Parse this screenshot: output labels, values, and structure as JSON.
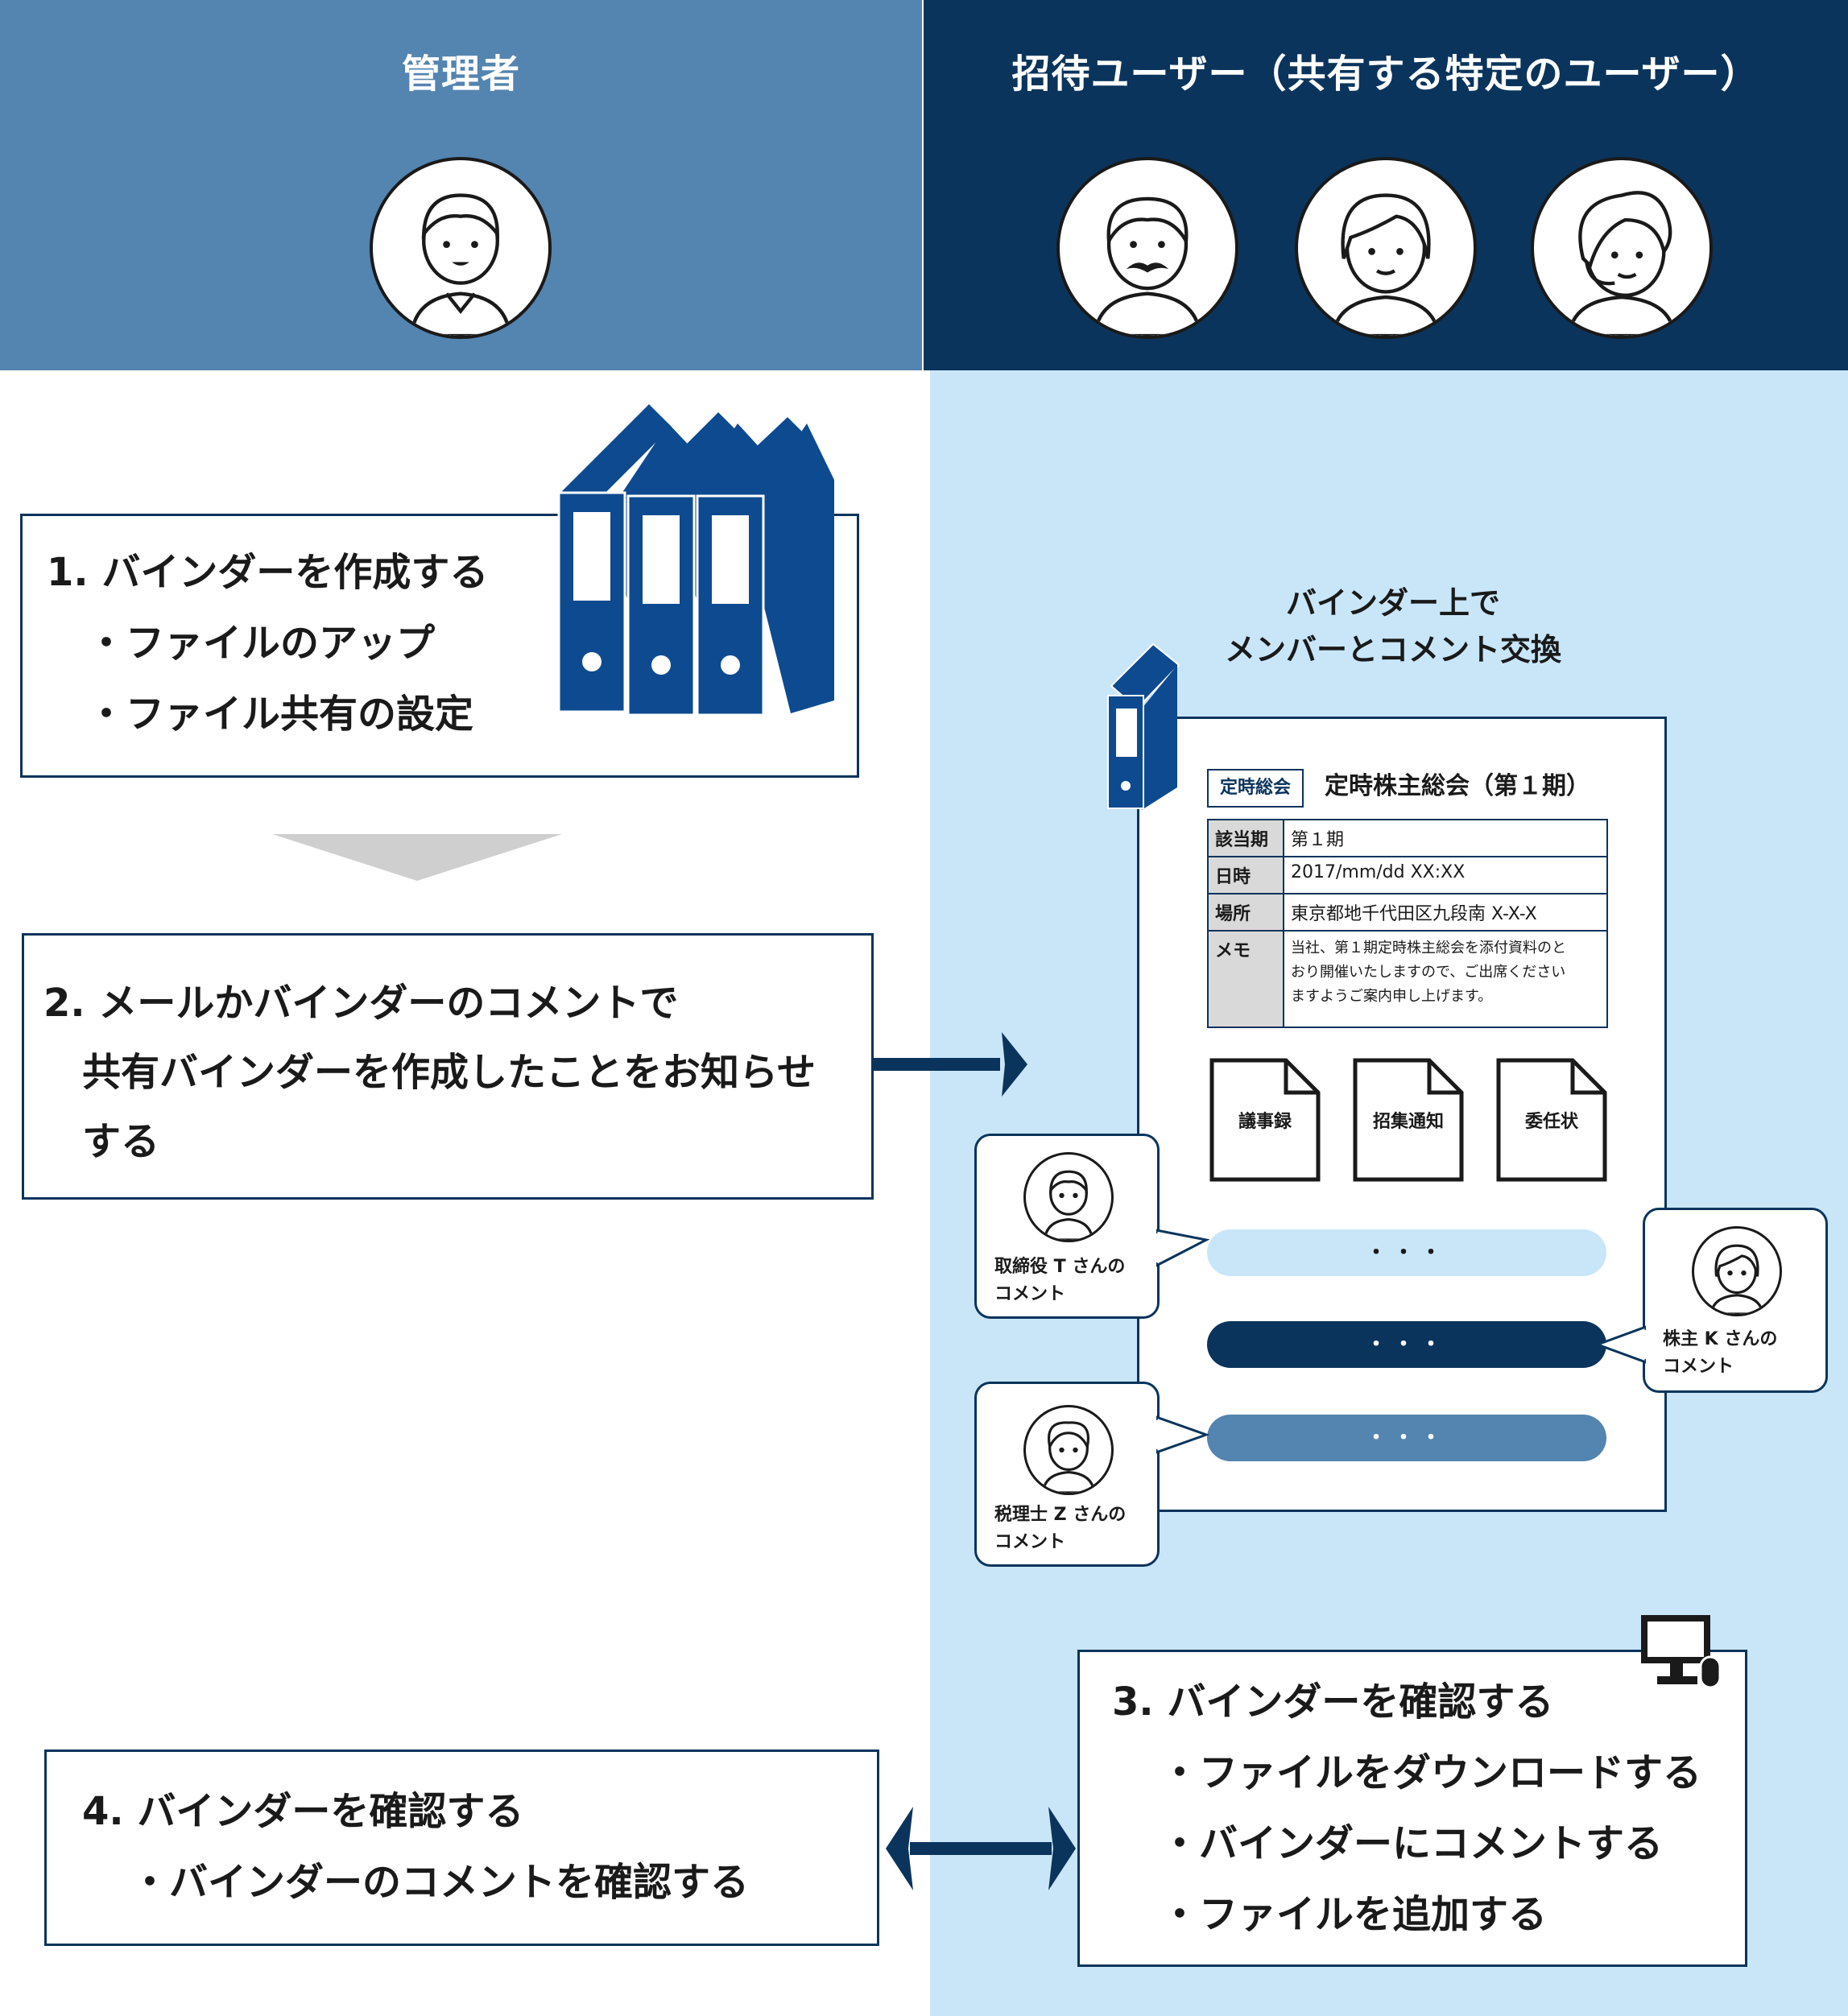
{
  "header": {
    "admin_title": "管理者",
    "invited_title": "招待ユーザー（共有する特定のユーザー）"
  },
  "steps": {
    "step1": {
      "title": "1. バインダーを作成する",
      "items": [
        "・ファイルのアップ",
        "・ファイル共有の設定"
      ]
    },
    "step2": {
      "lines": [
        "2. メールかバインダーのコメントで",
        "共有バインダーを作成したことをお知らせ",
        "する"
      ]
    },
    "step3": {
      "title": "3. バインダーを確認する",
      "items": [
        "・ファイルをダウンロードする",
        "・バインダーにコメントする",
        "・ファイルを追加する"
      ]
    },
    "step4": {
      "title": "4. バインダーを確認する",
      "items": [
        "・バインダーのコメントを確認する"
      ]
    }
  },
  "binder_caption": [
    "バインダー上で",
    "メンバーとコメント交換"
  ],
  "document": {
    "tag": "定時総会",
    "title": "定時株主総会（第１期）",
    "rows": [
      {
        "label": "該当期",
        "value": "第１期"
      },
      {
        "label": "日時",
        "value": "2017/mm/dd XX:XX"
      },
      {
        "label": "場所",
        "value": "東京都地千代田区九段南 X-X-X"
      },
      {
        "label": "メモ",
        "value_lines": [
          "当社、第１期定時株主総会を添付資料のと",
          "おり開催いたしますので、ご出席ください",
          "ますようご案内申し上げます。"
        ]
      }
    ],
    "files": [
      "議事録",
      "招集通知",
      "委任状"
    ],
    "comments": [
      "・・・",
      "・・・",
      "・・・"
    ]
  },
  "commenters": [
    {
      "lines": [
        "取締役 T さんの",
        "コメント"
      ]
    },
    {
      "lines": [
        "株主 K さんの",
        "コメント"
      ]
    },
    {
      "lines": [
        "税理士 Z さんの",
        "コメント"
      ]
    }
  ],
  "colors": {
    "admin_blue": "#5484b0",
    "navy": "#0b345c",
    "light_blue": "#c9e6f9",
    "binder_blue": "#0e4a8f",
    "arrow_gray": "#cfcfcf"
  }
}
